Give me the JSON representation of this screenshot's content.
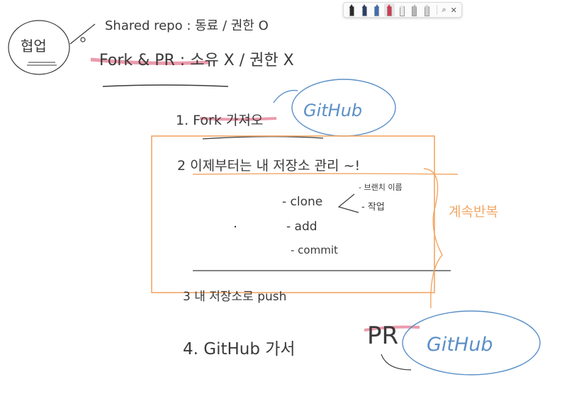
{
  "toolbar": {
    "pens": [
      {
        "name": "pen-black-icon",
        "color": "#2b2b2b"
      },
      {
        "name": "pen-darkblue-icon",
        "color": "#2a3f6b"
      },
      {
        "name": "pen-blue-icon",
        "color": "#3e6fb2"
      },
      {
        "name": "pen-red-icon",
        "color": "#d23a52"
      },
      {
        "name": "highlighter-white-icon",
        "color": "#e9e9e9"
      },
      {
        "name": "highlighter-gray-icon",
        "color": "#b7b7b7"
      },
      {
        "name": "highlighter-gray2-icon",
        "color": "#cfcfcf"
      }
    ],
    "lasso_icon": "lasso-icon",
    "close_icon": "close-icon",
    "lasso_glyph": "⌕",
    "close_glyph": "✕"
  },
  "notes": {
    "title_circle": "협업",
    "shared_repo": "Shared repo : 동료 / 권한 O",
    "fork_pr": "Fork & PR : 소유 X / 권한 X",
    "step1": "1. Fork 가져오",
    "github1": "GitHub",
    "step2": "2  이제부터는 내 저장소 관리 ~!",
    "branch_note": "- 브랜치 이름",
    "work_note": "- 작업",
    "clone": "- clone",
    "add": "- add",
    "commit": "- commit",
    "side_note": "계속반복",
    "step3": "3  내 저장소로 push",
    "step4": "4.  GitHub 가서",
    "pr": "PR",
    "github2": "GitHub"
  },
  "colors": {
    "ink": "#3a3a3a",
    "orange": "#f2a766",
    "blue": "#5b8fc7",
    "pink_highlight": "#e8899e"
  }
}
